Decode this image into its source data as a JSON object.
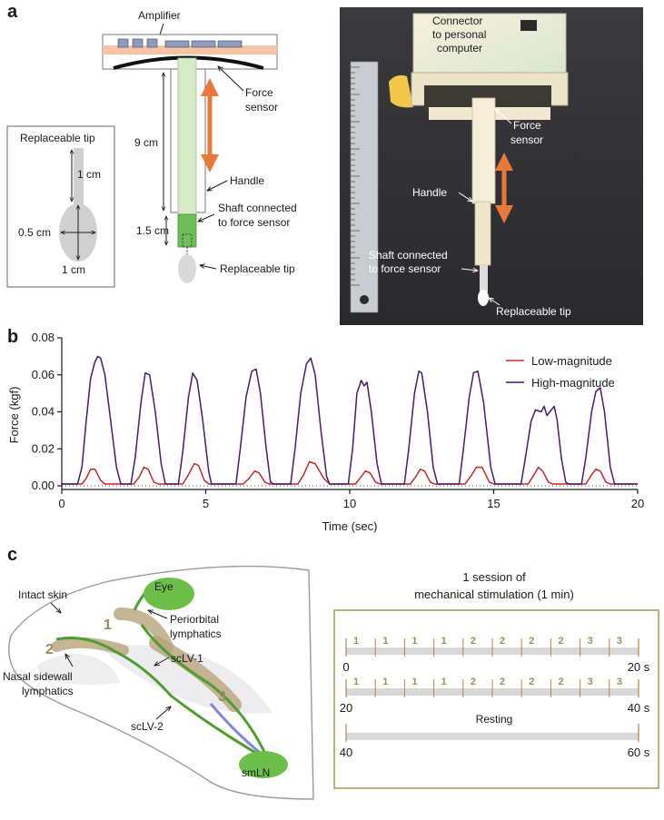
{
  "panels": {
    "a": "a",
    "b": "b",
    "c": "c"
  },
  "panel_a": {
    "amplifier": "Amplifier",
    "force_sensor_1": "Force",
    "force_sensor_2": "sensor",
    "nine_cm": "9 cm",
    "handle": "Handle",
    "shaft_1": "Shaft connected",
    "shaft_2": "to force sensor",
    "one_five_cm": "1.5 cm",
    "replaceable_tip": "Replaceable tip",
    "inset_title": "Replaceable tip",
    "inset_1cm_top": "1 cm",
    "inset_05cm": "0.5 cm",
    "inset_1cm_bottom": "1 cm",
    "photo_connector_1": "Connector",
    "photo_connector_2": "to personal",
    "photo_connector_3": "computer",
    "photo_force_1": "Force",
    "photo_force_2": "sensor",
    "photo_handle": "Handle",
    "photo_shaft_1": "Shaft connected",
    "photo_shaft_2": "to force sensor",
    "photo_tip": "Replaceable tip",
    "accent_color": "#e8793a"
  },
  "chart_data": {
    "type": "line",
    "xlabel": "Time (sec)",
    "ylabel": "Force (kgf)",
    "xlim": [
      0,
      20
    ],
    "ylim": [
      0,
      0.08
    ],
    "xticks": [
      "0",
      "5",
      "10",
      "15",
      "20"
    ],
    "xtick_values": [
      0,
      5,
      10,
      15,
      20
    ],
    "yticks": [
      "0.00",
      "0.02",
      "0.04",
      "0.06",
      "0.08"
    ],
    "ytick_values": [
      0,
      0.02,
      0.04,
      0.06,
      0.08
    ],
    "legend_position": "top-right",
    "series": [
      {
        "name": "Low-magnitude",
        "color": "#c62828",
        "points": [
          [
            0,
            0.001
          ],
          [
            0.7,
            0.001
          ],
          [
            0.85,
            0.004
          ],
          [
            1.0,
            0.009
          ],
          [
            1.15,
            0.009
          ],
          [
            1.35,
            0.003
          ],
          [
            1.5,
            0.001
          ],
          [
            2.5,
            0.001
          ],
          [
            2.7,
            0.005
          ],
          [
            2.85,
            0.01
          ],
          [
            3.0,
            0.009
          ],
          [
            3.2,
            0.002
          ],
          [
            3.35,
            0.001
          ],
          [
            4.2,
            0.001
          ],
          [
            4.4,
            0.006
          ],
          [
            4.6,
            0.012
          ],
          [
            4.75,
            0.011
          ],
          [
            4.95,
            0.003
          ],
          [
            5.1,
            0.001
          ],
          [
            6.3,
            0.001
          ],
          [
            6.5,
            0.004
          ],
          [
            6.7,
            0.008
          ],
          [
            6.85,
            0.007
          ],
          [
            7.05,
            0.002
          ],
          [
            7.2,
            0.001
          ],
          [
            8.2,
            0.001
          ],
          [
            8.4,
            0.006
          ],
          [
            8.6,
            0.013
          ],
          [
            8.8,
            0.012
          ],
          [
            9.1,
            0.004
          ],
          [
            9.3,
            0.001
          ],
          [
            10.2,
            0.001
          ],
          [
            10.4,
            0.005
          ],
          [
            10.55,
            0.008
          ],
          [
            10.7,
            0.007
          ],
          [
            10.9,
            0.002
          ],
          [
            11.05,
            0.001
          ],
          [
            12.1,
            0.001
          ],
          [
            12.3,
            0.005
          ],
          [
            12.45,
            0.009
          ],
          [
            12.6,
            0.008
          ],
          [
            12.8,
            0.002
          ],
          [
            12.95,
            0.001
          ],
          [
            14.0,
            0.001
          ],
          [
            14.2,
            0.005
          ],
          [
            14.4,
            0.01
          ],
          [
            14.6,
            0.01
          ],
          [
            14.85,
            0.002
          ],
          [
            15.0,
            0.001
          ],
          [
            16.2,
            0.001
          ],
          [
            16.4,
            0.006
          ],
          [
            16.55,
            0.01
          ],
          [
            16.7,
            0.008
          ],
          [
            16.9,
            0.002
          ],
          [
            17.05,
            0.001
          ],
          [
            18.2,
            0.001
          ],
          [
            18.4,
            0.006
          ],
          [
            18.55,
            0.009
          ],
          [
            18.7,
            0.008
          ],
          [
            18.9,
            0.002
          ],
          [
            19.05,
            0.001
          ],
          [
            20,
            0.001
          ]
        ]
      },
      {
        "name": "High-magnitude",
        "color": "#4a1a6b",
        "points": [
          [
            0,
            0.001
          ],
          [
            0.55,
            0.001
          ],
          [
            0.7,
            0.01
          ],
          [
            0.85,
            0.035
          ],
          [
            1.0,
            0.058
          ],
          [
            1.15,
            0.067
          ],
          [
            1.25,
            0.07
          ],
          [
            1.35,
            0.069
          ],
          [
            1.5,
            0.06
          ],
          [
            1.7,
            0.035
          ],
          [
            1.9,
            0.01
          ],
          [
            2.05,
            0.001
          ],
          [
            2.4,
            0.001
          ],
          [
            2.55,
            0.015
          ],
          [
            2.75,
            0.045
          ],
          [
            2.9,
            0.061
          ],
          [
            3.05,
            0.06
          ],
          [
            3.25,
            0.04
          ],
          [
            3.45,
            0.012
          ],
          [
            3.6,
            0.001
          ],
          [
            4.05,
            0.001
          ],
          [
            4.2,
            0.018
          ],
          [
            4.4,
            0.048
          ],
          [
            4.55,
            0.061
          ],
          [
            4.7,
            0.057
          ],
          [
            4.9,
            0.035
          ],
          [
            5.1,
            0.008
          ],
          [
            5.2,
            0.001
          ],
          [
            6.05,
            0.001
          ],
          [
            6.2,
            0.02
          ],
          [
            6.4,
            0.048
          ],
          [
            6.6,
            0.062
          ],
          [
            6.75,
            0.063
          ],
          [
            6.9,
            0.05
          ],
          [
            7.1,
            0.02
          ],
          [
            7.25,
            0.002
          ],
          [
            7.35,
            0.001
          ],
          [
            7.95,
            0.001
          ],
          [
            8.1,
            0.02
          ],
          [
            8.3,
            0.05
          ],
          [
            8.5,
            0.066
          ],
          [
            8.65,
            0.069
          ],
          [
            8.8,
            0.06
          ],
          [
            9.0,
            0.03
          ],
          [
            9.2,
            0.005
          ],
          [
            9.3,
            0.001
          ],
          [
            9.95,
            0.001
          ],
          [
            10.1,
            0.02
          ],
          [
            10.25,
            0.05
          ],
          [
            10.4,
            0.057
          ],
          [
            10.5,
            0.054
          ],
          [
            10.6,
            0.056
          ],
          [
            10.75,
            0.04
          ],
          [
            10.95,
            0.012
          ],
          [
            11.1,
            0.001
          ],
          [
            11.9,
            0.001
          ],
          [
            12.05,
            0.02
          ],
          [
            12.25,
            0.05
          ],
          [
            12.4,
            0.062
          ],
          [
            12.5,
            0.061
          ],
          [
            12.7,
            0.04
          ],
          [
            12.9,
            0.01
          ],
          [
            13.05,
            0.001
          ],
          [
            13.8,
            0.001
          ],
          [
            13.95,
            0.02
          ],
          [
            14.15,
            0.048
          ],
          [
            14.3,
            0.061
          ],
          [
            14.45,
            0.062
          ],
          [
            14.65,
            0.045
          ],
          [
            14.9,
            0.01
          ],
          [
            15.05,
            0.001
          ],
          [
            15.95,
            0.001
          ],
          [
            16.1,
            0.015
          ],
          [
            16.3,
            0.035
          ],
          [
            16.45,
            0.041
          ],
          [
            16.65,
            0.04
          ],
          [
            16.75,
            0.043
          ],
          [
            16.85,
            0.038
          ],
          [
            17.0,
            0.041
          ],
          [
            17.1,
            0.043
          ],
          [
            17.2,
            0.036
          ],
          [
            17.35,
            0.015
          ],
          [
            17.5,
            0.002
          ],
          [
            17.6,
            0.001
          ],
          [
            18.05,
            0.001
          ],
          [
            18.2,
            0.015
          ],
          [
            18.4,
            0.04
          ],
          [
            18.55,
            0.051
          ],
          [
            18.7,
            0.053
          ],
          [
            18.85,
            0.04
          ],
          [
            19.05,
            0.01
          ],
          [
            19.2,
            0.001
          ],
          [
            20,
            0.001
          ]
        ]
      }
    ]
  },
  "panel_c": {
    "intact_skin": "Intact skin",
    "eye": "Eye",
    "periorbital_1": "Periorbital",
    "periorbital_2": "lymphatics",
    "sclv1": "scLV-1",
    "nasal_1": "Nasal sidewall",
    "nasal_2": "lymphatics",
    "sclv2": "scLV-2",
    "smln": "smLN",
    "num1": "1",
    "num2": "2",
    "num3": "3",
    "session_title_1": "1 session of",
    "session_title_2": "mechanical stimulation (1 min)",
    "row1_labels": [
      "1",
      "1",
      "1",
      "1",
      "2",
      "2",
      "2",
      "2",
      "3",
      "3"
    ],
    "row2_labels": [
      "1",
      "1",
      "1",
      "1",
      "2",
      "2",
      "2",
      "2",
      "3",
      "3"
    ],
    "row1_start": "0",
    "row1_end": "20 s",
    "row2_start": "20",
    "row2_end": "40 s",
    "resting": "Resting",
    "row3_start": "40",
    "row3_end": "60 s"
  }
}
